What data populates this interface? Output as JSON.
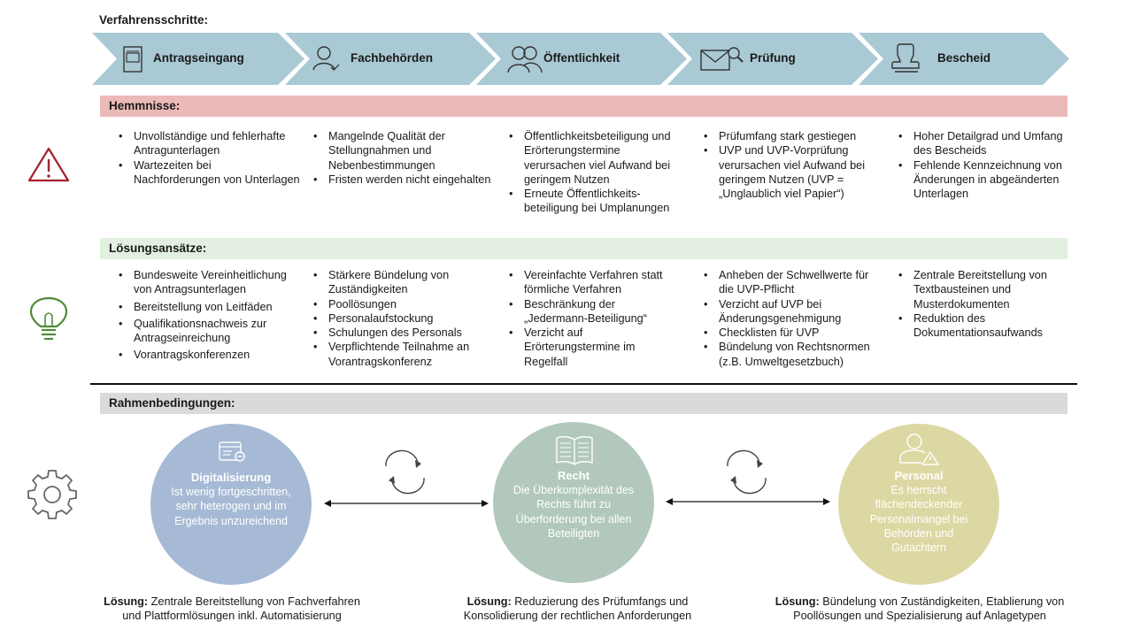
{
  "header": {
    "steps_title": "Verfahrensschritte:"
  },
  "steps": [
    {
      "label": "Antragseingang",
      "icon": "document-icon"
    },
    {
      "label": "Fachbehörden",
      "icon": "person-check-icon"
    },
    {
      "label": "Öffentlichkeit",
      "icon": "people-icon"
    },
    {
      "label": "Prüfung",
      "icon": "envelope-search-icon"
    },
    {
      "label": "Bescheid",
      "icon": "stamp-icon"
    }
  ],
  "hemmnisse": {
    "title": "Hemmnisse:",
    "icon": "warning-icon",
    "columns": [
      [
        "Unvollständige und fehlerhafte Antragunterlagen",
        "Wartezeiten bei Nachforderungen von Unterlagen"
      ],
      [
        "Mangelnde Qualität der Stellungnahmen und Nebenbestimmungen",
        "Fristen werden nicht eingehalten"
      ],
      [
        "Öffentlichkeitsbeteiligung und Erörterungstermine verursachen viel Aufwand bei geringem Nutzen",
        "Erneute Öffentlichkeits-beteiligung bei Umplanungen"
      ],
      [
        "Prüfumfang stark gestiegen",
        "UVP und UVP-Vorprüfung verursachen viel Aufwand bei geringem Nutzen (UVP = „Unglaublich viel Papier“)"
      ],
      [
        "Hoher Detailgrad und Umfang des Bescheids",
        "Fehlende Kennzeichnung von Änderungen in abgeänderten Unterlagen"
      ]
    ]
  },
  "loesungen": {
    "title": "Lösungsansätze:",
    "icon": "lightbulb-icon",
    "columns": [
      [
        "Bundesweite Vereinheitlichung von Antragsunterlagen",
        "Bereitstellung von Leitfäden",
        "Qualifikationsnachweis zur Antragseinreichung",
        "Vorantragskonferenzen"
      ],
      [
        "Stärkere Bündelung von Zuständigkeiten",
        "Poollösungen",
        "Personalaufstockung",
        "Schulungen des Personals",
        "Verpflichtende Teilnahme an Vorantragskonferenz"
      ],
      [
        "Vereinfachte Verfahren statt förmliche Verfahren",
        "Beschränkung der „Jedermann-Beteiligung“",
        "Verzicht auf Erörterungstermine im Regelfall"
      ],
      [
        "Anheben der Schwellwerte für die UVP-Pflicht",
        "Verzicht auf UVP bei Änderungsgenehmigung",
        "Checklisten für UVP",
        "Bündelung von Rechtsnormen (z.B. Umweltgesetzbuch)"
      ],
      [
        "Zentrale Bereitstellung von Textbausteinen und Musterdokumenten",
        "Reduktion des Dokumentationsaufwands"
      ]
    ]
  },
  "rahmen": {
    "title": "Rahmenbedingungen:",
    "icon": "gear-icon",
    "circles": [
      {
        "title": "Digitalisierung",
        "text": "Ist wenig fortgeschritten, sehr heterogen und im Ergebnis unzureichend",
        "color": "#a6bad5",
        "icon": "browser-window-icon",
        "solution_label": "Lösung:",
        "solution": "Zentrale Bereitstellung von Fachverfahren und Plattformlösungen inkl. Automatisierung"
      },
      {
        "title": "Recht",
        "text": "Die Überkomplexität des Rechts führt zu Überforderung bei allen Beteiligten",
        "color": "#b2c8bc",
        "icon": "open-book-icon",
        "solution_label": "Lösung:",
        "solution": "Reduzierung des Prüfumfangs und Konsolidierung der rechtlichen Anforderungen"
      },
      {
        "title": "Personal",
        "text": "Es herrscht flächendeckender Personalmangel bei Behörden und Gutachtern",
        "color": "#dcd8a3",
        "icon": "person-warning-icon",
        "solution_label": "Lösung:",
        "solution": "Bündelung von Zuständigkeiten, Etablierung von Poollösungen und Spezialisierung auf Anlagetypen"
      }
    ]
  },
  "colors": {
    "chevron": "#a9c9d4",
    "hemmnisse_bar": "#ecb9b9",
    "loesungen_bar": "#e3efe1",
    "rahmen_bar": "#dadada",
    "warning": "#a3222a",
    "bulb": "#4f8a3a"
  }
}
